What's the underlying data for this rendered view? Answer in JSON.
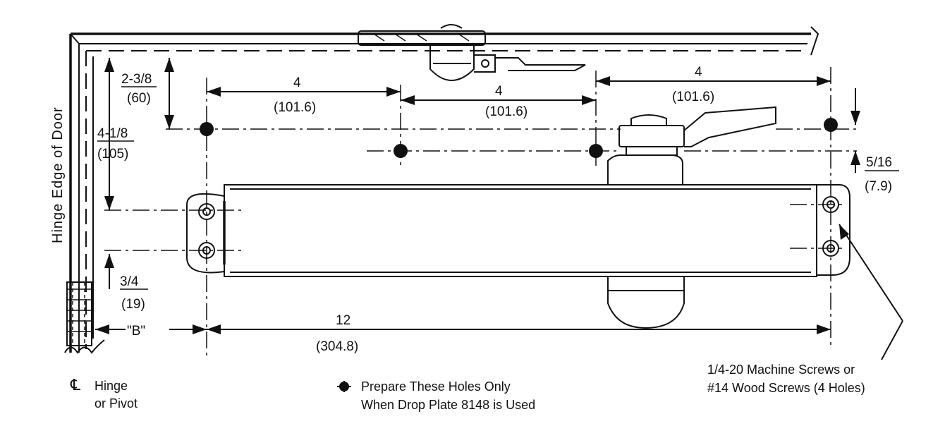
{
  "labels": {
    "hinge_edge": "Hinge Edge of Door",
    "dim_2_3_8": "2-3/8",
    "dim_60": "(60)",
    "dim_4_1_8": "4-1/8",
    "dim_105": "(105)",
    "dim_3_4": "3/4",
    "dim_19": "(19)",
    "dim_4_a": "4",
    "dim_101_6_a": "(101.6)",
    "dim_4_b": "4",
    "dim_101_6_b": "(101.6)",
    "dim_4_c": "4",
    "dim_101_6_c": "(101.6)",
    "dim_5_16": "5/16",
    "dim_7_9": "(7.9)",
    "dim_b": "\"B\"",
    "dim_12": "12",
    "dim_304_8": "(304.8)",
    "centerline_symbol": "℄",
    "hinge_line1": "Hinge",
    "hinge_line2": "or Pivot",
    "holes_line1": "Prepare These Holes Only",
    "holes_line2": "When Drop Plate 8148 is Used",
    "screws_line1": "1/4-20 Machine Screws or",
    "screws_line2": "#14 Wood Screws (4 Holes)"
  }
}
